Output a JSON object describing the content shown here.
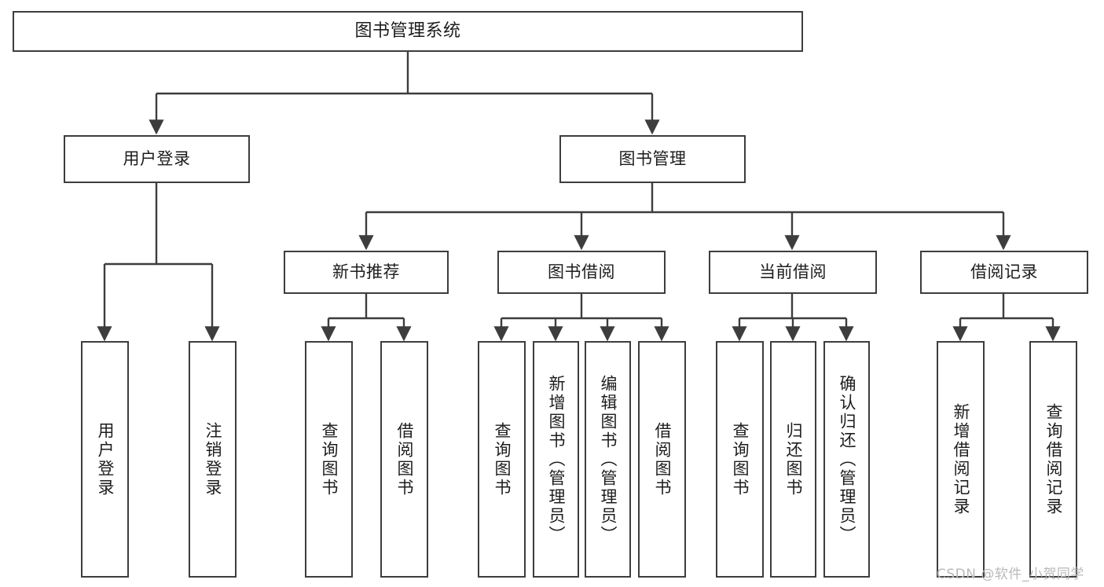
{
  "diagram": {
    "title": "图书管理系统",
    "type": "tree",
    "background": "#ffffff",
    "line_color": "#3d3d3d",
    "text_color": "#1d1d1d"
  },
  "nodes": {
    "root": {
      "label": "图书管理系统"
    },
    "level1": [
      {
        "label": "用户登录"
      },
      {
        "label": "图书管理"
      }
    ],
    "level2": [
      {
        "label": "新书推荐"
      },
      {
        "label": "图书借阅"
      },
      {
        "label": "当前借阅"
      },
      {
        "label": "借阅记录"
      }
    ],
    "leaves": {
      "user_login": [
        {
          "label": "用户登录"
        },
        {
          "label": "注销登录"
        }
      ],
      "new_book_recommend": [
        {
          "label": "查询图书"
        },
        {
          "label": "借阅图书"
        }
      ],
      "book_borrow": [
        {
          "label": "查询图书"
        },
        {
          "label": "新增图书（管理员）"
        },
        {
          "label": "编辑图书（管理员）"
        },
        {
          "label": "借阅图书"
        }
      ],
      "current_borrow": [
        {
          "label": "查询图书"
        },
        {
          "label": "归还图书"
        },
        {
          "label": "确认归还（管理员）"
        }
      ],
      "borrow_record": [
        {
          "label": "新增借阅记录"
        },
        {
          "label": "查询借阅记录"
        }
      ]
    }
  },
  "watermark": {
    "text": "CSDN @软件_小贺同学",
    "color": "#b9b9b9"
  }
}
